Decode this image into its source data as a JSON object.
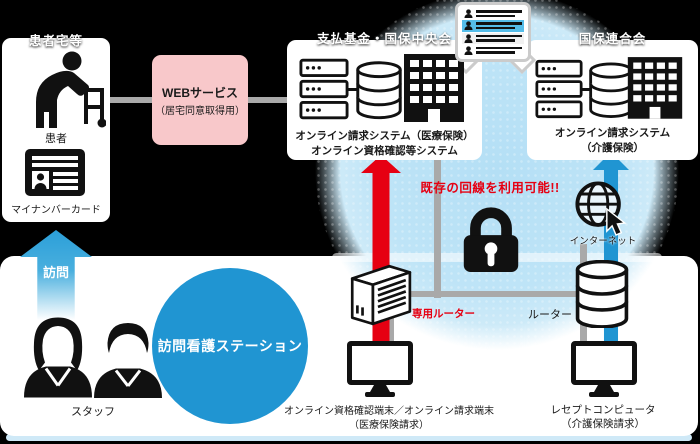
{
  "patient_home": {
    "title": "患者宅等",
    "patient": "患者",
    "card": "マイナンバーカード"
  },
  "web_service": {
    "title": "WEBサービス",
    "subtitle": "（居宅同意取得用）"
  },
  "payment_fund": {
    "title": "支払基金・国保中央会",
    "system1": "オンライン請求システム（医療保険）",
    "system2": "オンライン資格確認等システム"
  },
  "kokuho_federation": {
    "title": "国保連合会",
    "system1": "オンライン請求システム",
    "system2": "（介護保険）"
  },
  "network": {
    "banner": "既存の回線を利用可能!!",
    "internet": "インターネット",
    "dedicated_router": "専用ルーター",
    "router": "ルーター"
  },
  "station": {
    "visit": "訪問",
    "staff": "スタッフ",
    "name": "訪問看護ステーション",
    "terminal_medical_line1": "オンライン資格確認端末／オンライン請求端末",
    "terminal_medical_line2": "（医療保険請求）",
    "terminal_care_line1": "レセプトコンピュータ",
    "terminal_care_line2": "（介護保険請求）"
  },
  "colors": {
    "accent_red": "#e60012",
    "accent_blue": "#2095d2",
    "light_blue_bg": "#bee4f7",
    "pink_box": "#f8c8ca",
    "gray_line": "#a9a9a9",
    "bubble_highlight": "#55bde9"
  }
}
